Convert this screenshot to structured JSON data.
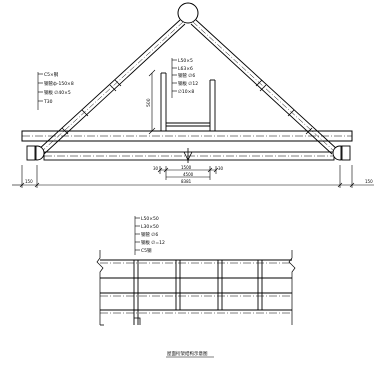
{
  "drawing": {
    "upper_callouts": [
      {
        "text": "L50×5"
      },
      {
        "text": "L63×6"
      },
      {
        "text": "钢管 ∅6"
      },
      {
        "text": "钢板 ∅12"
      },
      {
        "text": "∅10×8"
      }
    ],
    "left_callouts": [
      {
        "text": "C5×钢"
      },
      {
        "text": "钢管ф-150×8"
      },
      {
        "text": "钢板 ∅40×5"
      },
      {
        "text": "T30"
      }
    ],
    "post_height_label": "500",
    "dim_small_left": "30",
    "dim_small_mid": "1500",
    "dim_small_right": "30",
    "dim_center": "4500",
    "dim_overall": "8381",
    "end_left": "150",
    "end_right": "150",
    "lower_callouts": [
      {
        "text": "L50×50"
      },
      {
        "text": "L30×50"
      },
      {
        "text": "钢管 ∅6"
      },
      {
        "text": "钢板 ∅=12"
      },
      {
        "text": "C5钢"
      }
    ],
    "caption": "屋面桁架结构示意图"
  }
}
